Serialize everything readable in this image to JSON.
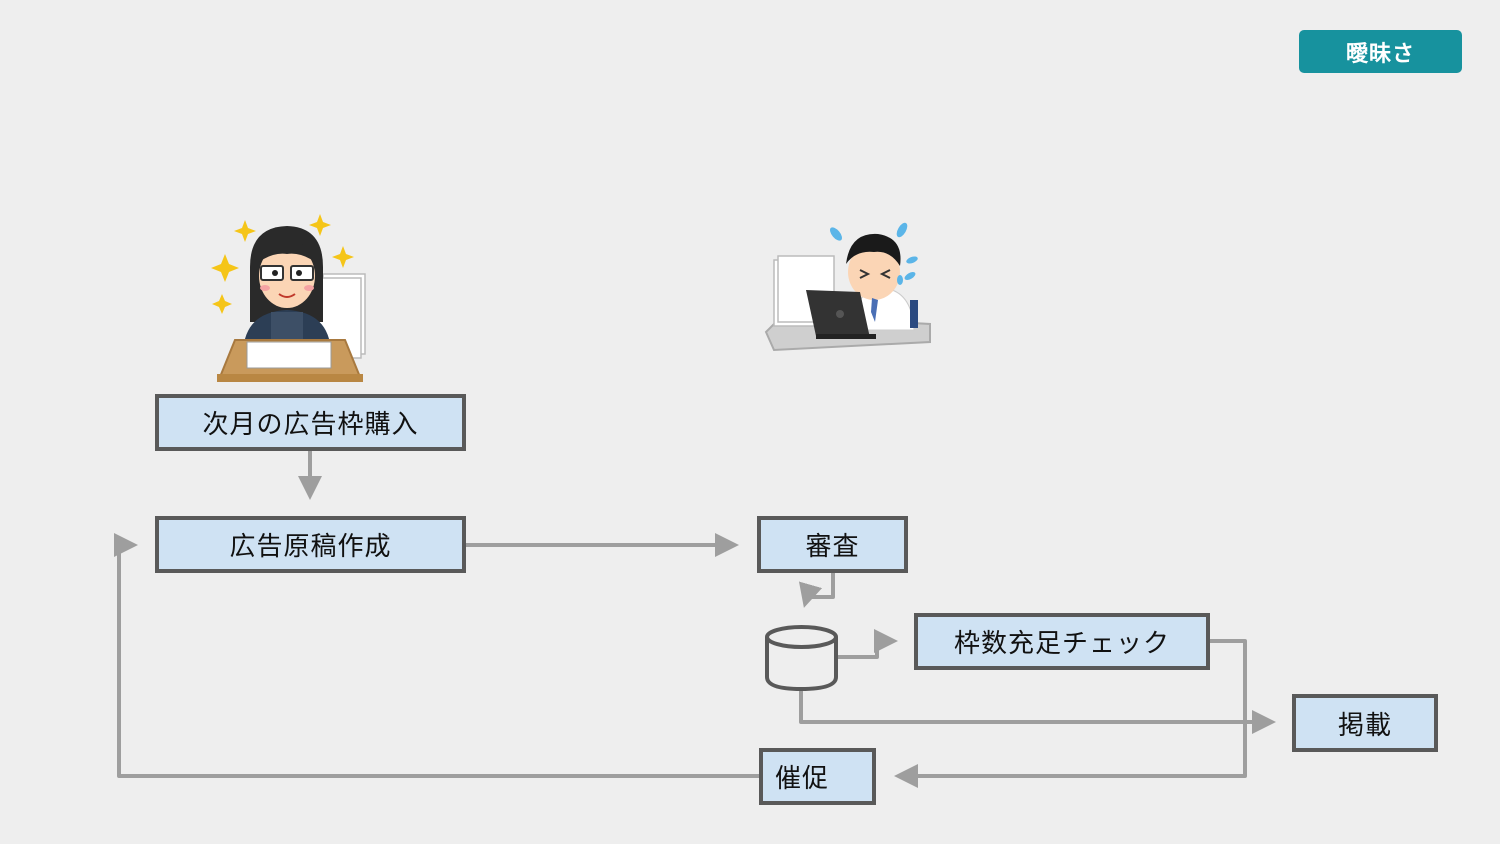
{
  "badge": {
    "label": "曖昧さ"
  },
  "nodes": {
    "purchase_slots": "次月の広告枠購入",
    "create_ad": "広告原稿作成",
    "review": "審査",
    "slot_check": "枠数充足チェック",
    "publish": "掲載",
    "promote": "催促"
  },
  "illustrations": {
    "left": "woman-working-hard-icon",
    "right": "stressed-man-laptop-icon"
  },
  "colors": {
    "badge": "#17929e",
    "node_fill": "#cfe2f3",
    "node_border": "#595959",
    "connector": "#9e9e9e",
    "background": "#eeeeee"
  }
}
